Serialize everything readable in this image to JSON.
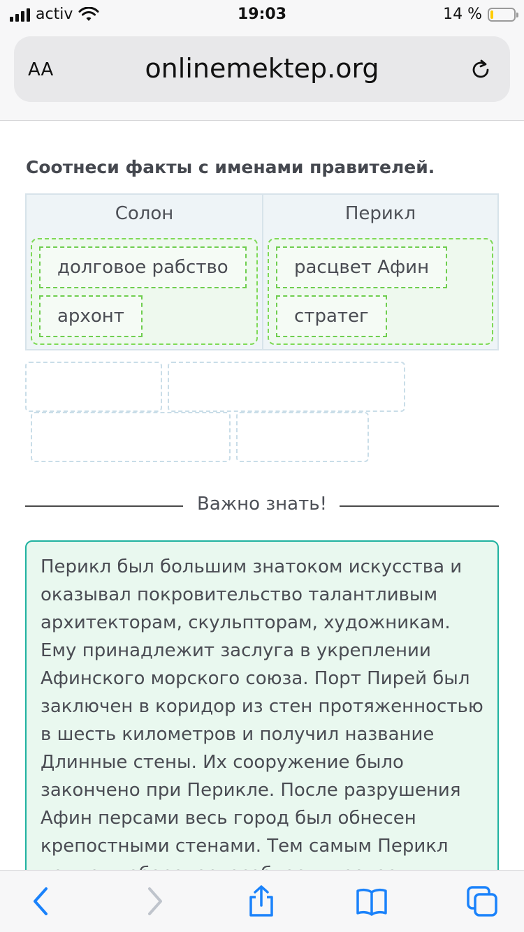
{
  "status_bar": {
    "carrier": "activ",
    "time": "19:03",
    "battery_percent": "14 %",
    "battery_level": 0.14
  },
  "browser": {
    "text_size_label": "AA",
    "url": "onlinemektep.org"
  },
  "task": {
    "title": "Соотнеси факты с именами правителей.",
    "columns": [
      {
        "header": "Солон",
        "items": [
          "долговое рабство",
          "архонт"
        ]
      },
      {
        "header": "Перикл",
        "items": [
          "расцвет Афин",
          "стратег"
        ]
      }
    ],
    "empty_slots": 4
  },
  "important": {
    "label": "Важно знать!"
  },
  "info": {
    "text": "Перикл был большим знатоком искусства и оказывал покровительство талантливым архитекторам, скульпторам, художникам. Ему принадлежит заслуга в укреплении Афинского морского союза. Порт Пирей был заключен в коридор из стен протяженностью в шесть километров и получил название Длинные стены. Их сооружение было закончено при Перикле. После разрушения Афин персами весь город был обнесен крепостными стенами. Тем самым Перикл повысил обороноспособность греческих"
  },
  "colors": {
    "accent": "#20b2a0",
    "match_border": "#7ed957",
    "slot_border": "#c9dde8",
    "link": "#1a82fb"
  }
}
